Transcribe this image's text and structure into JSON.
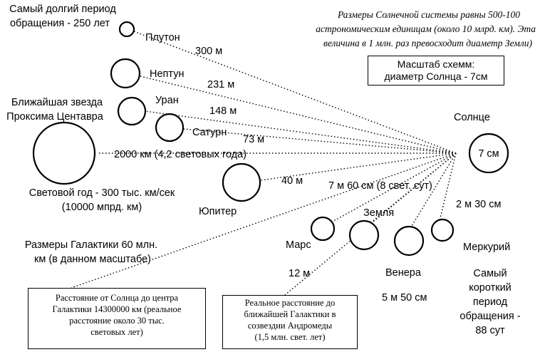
{
  "header_note": {
    "lines": [
      "Размеры Солнечной системы равны 500-100",
      "астрономическим единицам (около 10 млрд. км). Эта",
      "величина в 1 млн. раз превосходит диаметр Земли)"
    ]
  },
  "scale_box": {
    "lines": [
      "Масштаб схемм:",
      "диаметр Солнца - 7см"
    ]
  },
  "sun": {
    "name": "Солнце",
    "size": "7 см"
  },
  "longest_period": {
    "lines": [
      "Самый долгий период",
      "обращения - 250 лет"
    ]
  },
  "shortest_period": {
    "lines": [
      "Самый",
      "короткий",
      "период",
      "обращения -",
      "88 сут"
    ]
  },
  "proxima": {
    "title_lines": [
      "Ближайшая звезда",
      "Проксима Центавра"
    ],
    "distance": "2000 км (4,2 световых года)"
  },
  "light_year": {
    "lines": [
      "Световой год - 300 тыс. км/сек",
      "(10000 мпрд. км)"
    ]
  },
  "galaxy_size": {
    "lines": [
      "Размеры Галактики 60 млн.",
      "км (в данном масштабе)"
    ]
  },
  "planets": {
    "pluto": {
      "name": "Плутон",
      "distance": "300 м"
    },
    "neptune": {
      "name": "Нептун",
      "distance": "231 м"
    },
    "uranus": {
      "name": "Уран",
      "distance": "148 м"
    },
    "saturn": {
      "name": "Сатурн",
      "distance": "73 м"
    },
    "jupiter": {
      "name": "Юпитер",
      "distance": "40 м"
    },
    "earth": {
      "name": "Земля",
      "distance": "7 м 60 см (8 свет. сут)"
    },
    "mars": {
      "name": "Марс",
      "distance": "12 м"
    },
    "venus": {
      "name": "Венера",
      "distance": "5 м 50 см"
    },
    "mercury": {
      "name": "Меркурий",
      "distance": "2 м 30 см"
    }
  },
  "galactic_center_box": {
    "lines": [
      "Расстояние от Солнца до центра",
      "Галактики 14300000 км (реальное",
      "расстояние около 30 тыс.",
      "световых лет)"
    ]
  },
  "andromeda_box": {
    "lines": [
      "Реальное расстояние до",
      "ближайшей Галактики в",
      "созвездии Андромеды",
      "(1,5 млн. свет. лет)"
    ]
  }
}
